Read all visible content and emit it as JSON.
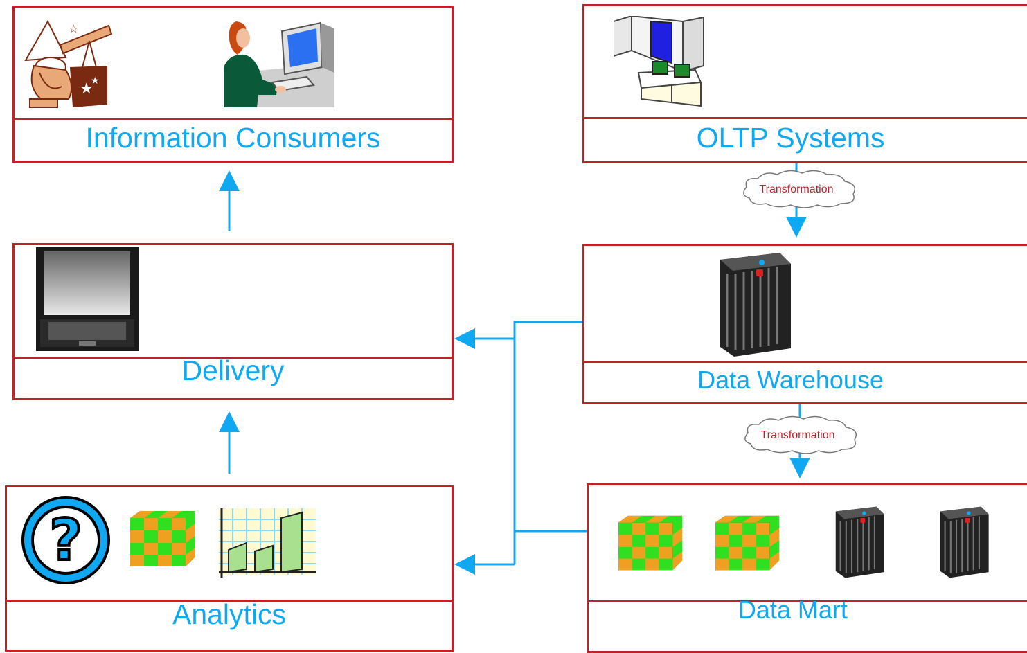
{
  "boxes": {
    "consumers": {
      "label": "Information Consumers"
    },
    "oltp": {
      "label": "OLTP Systems"
    },
    "delivery": {
      "label": "Delivery"
    },
    "warehouse": {
      "label": "Data Warehouse"
    },
    "analytics": {
      "label": "Analytics"
    },
    "datamart": {
      "label": "Data Mart"
    }
  },
  "transformations": {
    "top": "Transformation",
    "bottom": "Transformation"
  },
  "colors": {
    "box_border": "#c0222a",
    "label_text": "#10a8f0",
    "arrow": "#10a8f0",
    "cloud_text": "#c0222a"
  },
  "icons": {
    "consumers": [
      "wizard-telescope-icon",
      "person-at-computer-icon"
    ],
    "oltp": [
      "mainframe-terminal-icon"
    ],
    "delivery": [
      "laptop-icon"
    ],
    "warehouse": [
      "server-tower-icon"
    ],
    "analytics": [
      "question-mark-icon",
      "olap-cube-icon",
      "money-chart-icon"
    ],
    "datamart": [
      "olap-cube-icon",
      "olap-cube-icon",
      "server-tower-icon",
      "server-tower-icon"
    ]
  }
}
